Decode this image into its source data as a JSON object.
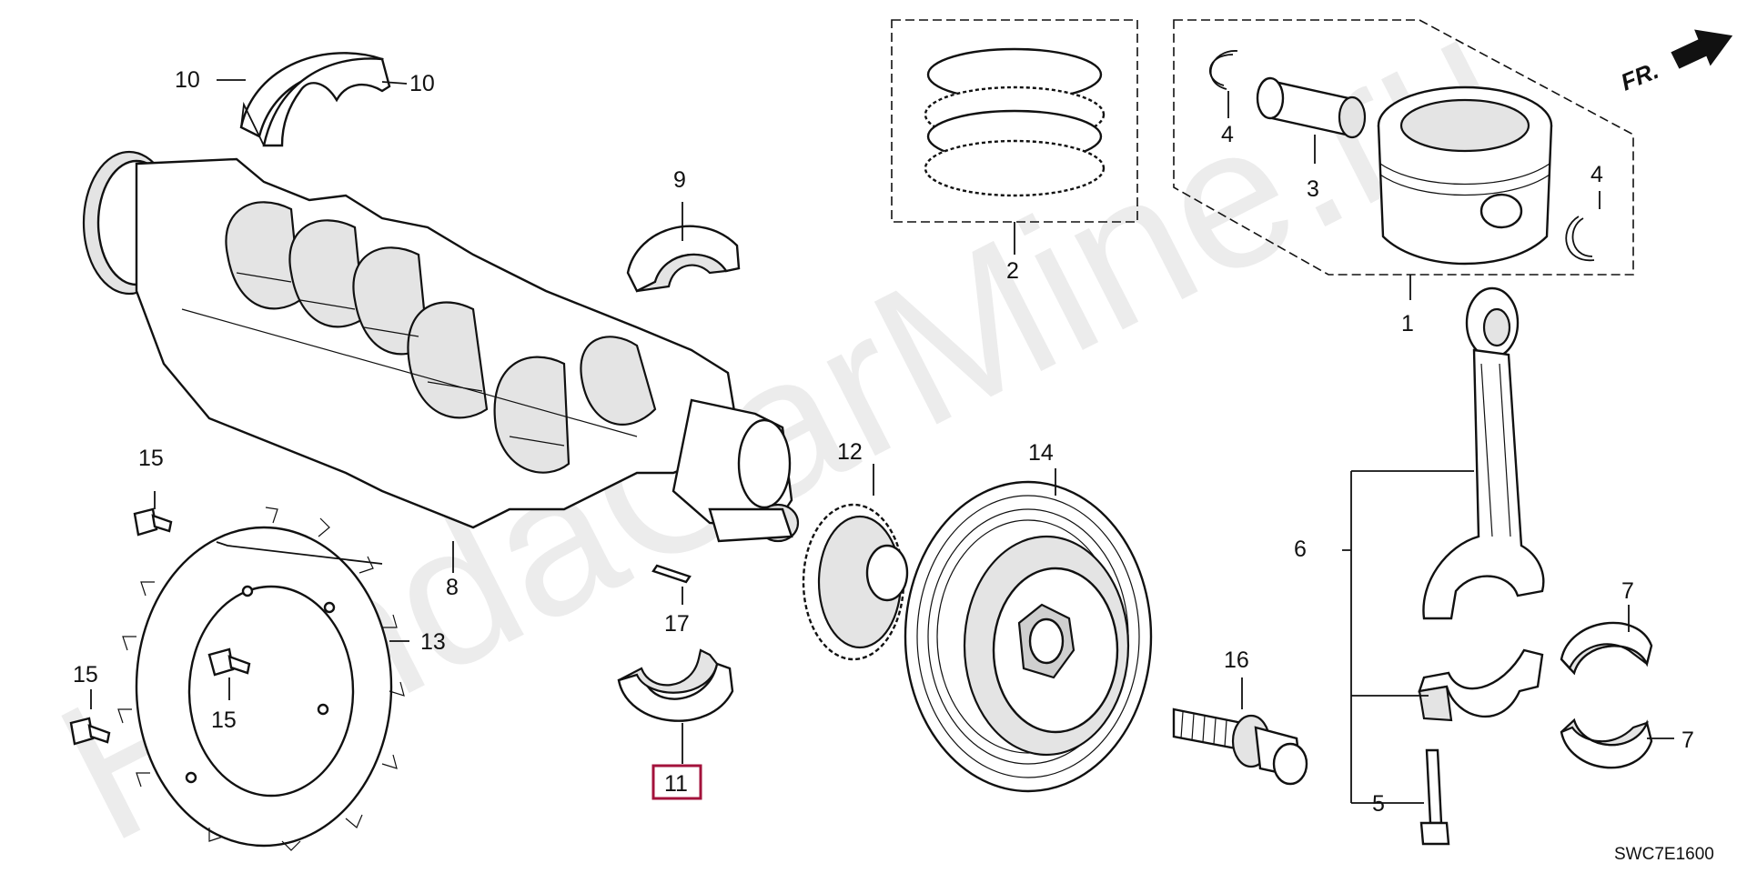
{
  "watermark": "HondaCarMine.ru",
  "diagram_code": "SWC7E1600",
  "front_indicator": "FR.",
  "highlighted_part": "11",
  "callouts": {
    "p1": "1",
    "p2": "2",
    "p3": "3",
    "p4a": "4",
    "p4b": "4",
    "p5": "5",
    "p6": "6",
    "p7a": "7",
    "p7b": "7",
    "p8": "8",
    "p9": "9",
    "p10a": "10",
    "p10b": "10",
    "p11": "11",
    "p12": "12",
    "p13": "13",
    "p14": "14",
    "p15a": "15",
    "p15b": "15",
    "p15c": "15",
    "p16": "16",
    "p17": "17"
  },
  "colors": {
    "line": "#111111",
    "highlight": "#a3123b",
    "watermark": "#ececec"
  },
  "icons": [
    "front-arrow-icon"
  ]
}
